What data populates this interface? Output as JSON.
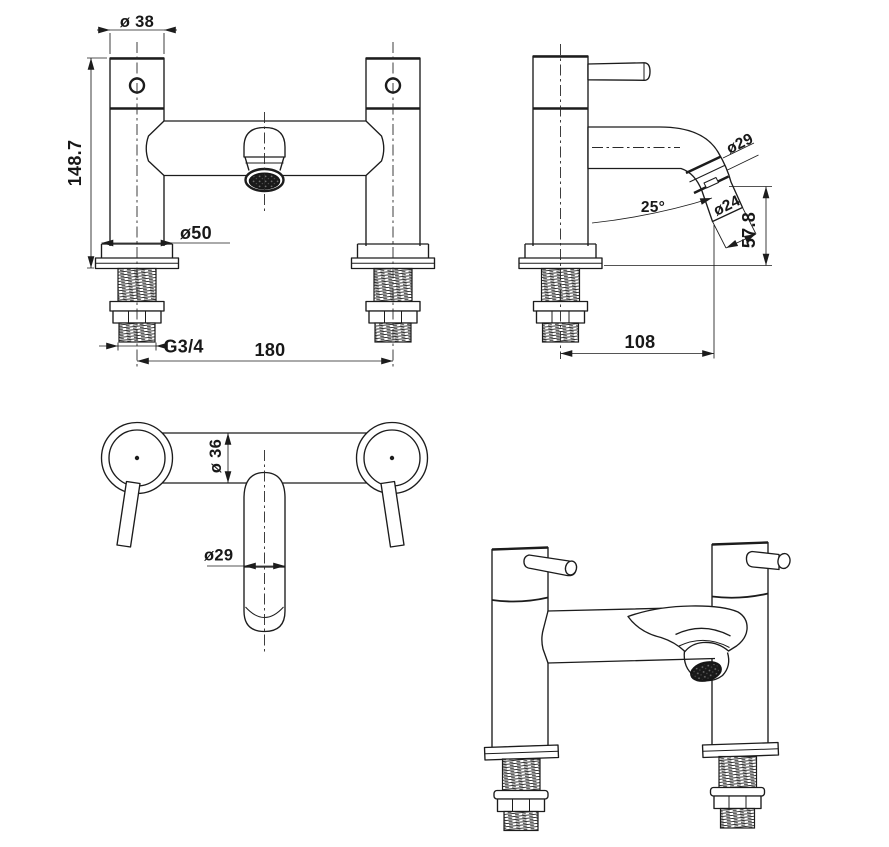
{
  "document": {
    "kind": "technical drawing",
    "subject": "Bath filler tap - dimensioned orthographic and perspective views",
    "background": "#ffffff",
    "line_color": "#1c1c1c"
  },
  "dims": {
    "front": {
      "top_diameter": "ø 38",
      "height": "148.7",
      "base_diameter": "ø50",
      "thread": "G3/4",
      "pillar_spacing": "180"
    },
    "side": {
      "spout_diameter": "ø29",
      "spout_angle": "25°",
      "nozzle_diameter": "ø24",
      "spout_height": "57.8",
      "spout_reach": "108"
    },
    "top": {
      "body_diameter": "ø 36",
      "spout_diameter": "ø29"
    }
  }
}
